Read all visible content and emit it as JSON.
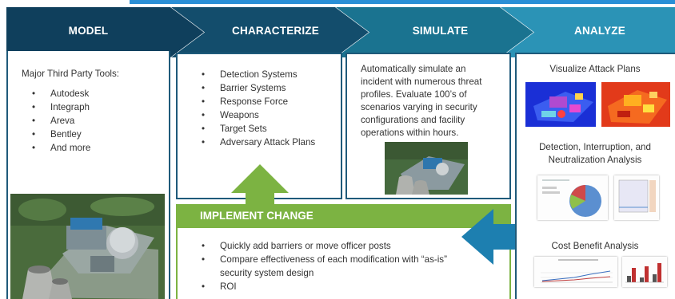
{
  "header": {
    "steps": [
      {
        "label": "MODEL"
      },
      {
        "label": "CHARACTERIZE"
      },
      {
        "label": "SIMULATE"
      },
      {
        "label": "ANALYZE"
      }
    ]
  },
  "model": {
    "heading": "Major Third Party Tools:",
    "tools": [
      "Autodesk",
      "Integraph",
      "Areva",
      "Bentley",
      "And more"
    ]
  },
  "characterize": {
    "items": [
      "Detection Systems",
      "Barrier Systems",
      "Response Force",
      "Weapons",
      "Target Sets",
      "Adversary Attack Plans"
    ]
  },
  "simulate": {
    "lines": [
      "Automatically simulate an",
      "incident with numerous threat",
      "profiles. Evaluate 100’s of",
      "scenarios varying in security",
      "configurations and facility",
      "operations within hours."
    ]
  },
  "analyze": {
    "section1": "Visualize Attack Plans",
    "section2_lines": [
      "Detection, Interruption, and",
      "Neutralization Analysis"
    ],
    "section3": "Cost Benefit Analysis"
  },
  "implement": {
    "title": "IMPLEMENT CHANGE",
    "items": [
      {
        "lines": [
          "Quickly add barriers or move officer posts"
        ]
      },
      {
        "lines": [
          "Compare effectiveness of each modification with “as-is”",
          "security system design"
        ]
      },
      {
        "lines": [
          "ROI"
        ]
      }
    ]
  },
  "colors": {
    "navy": "#0f3f5c",
    "teal": "#1a7390",
    "cyan": "#2b93b6",
    "green": "#7cb342",
    "arrow_blue": "#1d7fb0"
  }
}
